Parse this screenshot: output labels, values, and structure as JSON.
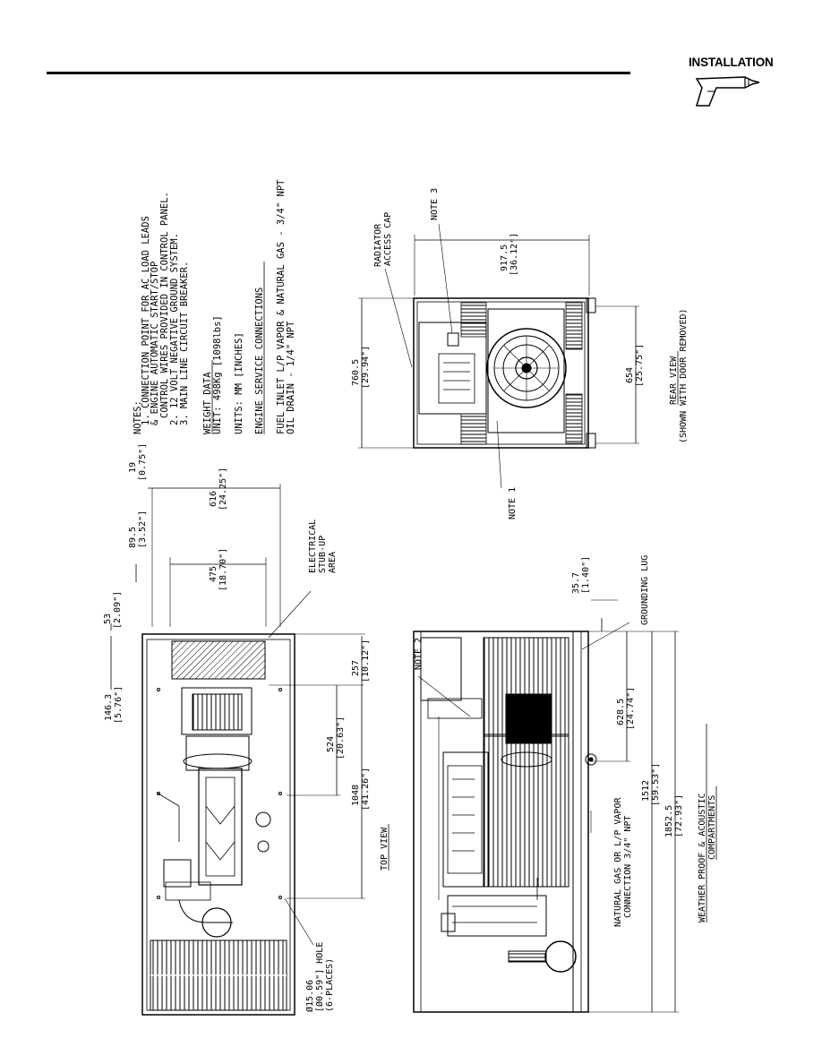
{
  "header": {
    "section_title": "INSTALLATION",
    "icon": "drill-icon"
  },
  "notes": {
    "heading": "NOTES:",
    "items": [
      "1. CONNECTION POINT FOR AC LOAD LEADS",
      "& ENGINE AUTOMATIC START/STOP",
      "CONTROL WIRES PROVIDED IN CONTROL PANEL.",
      "2. 12 VOLT NEGATIVE GROUND SYSTEM.",
      "3. MAIN LINE CIRCUIT BREAKER."
    ],
    "weight_heading": "WEIGHT DATA",
    "weight_value": "UNIT: 498Kg [1098lbs]",
    "units": "UNITS: MM [INCHES]",
    "service_heading": "ENGINE SERVICE CONNECTIONS",
    "fuel_inlet": "FUEL INLET L/P VAPOR & NATURAL GAS - 3/4\" NPT",
    "oil_drain": "OIL DRAIN - 1/4\" NPT"
  },
  "top_view": {
    "title": "TOP VIEW",
    "dims": {
      "d53": [
        "53",
        "[2.09\"]"
      ],
      "d89": [
        "89.5",
        "[3.52\"]"
      ],
      "d19": [
        "19",
        "[0.75\"]"
      ],
      "d146": [
        "146.3",
        "[5.76\"]"
      ],
      "d475": [
        "475",
        "[18.70\"]"
      ],
      "d616": [
        "616",
        "[24.25\"]"
      ],
      "d257": [
        "257",
        "[10.12\"]"
      ],
      "d524": [
        "524",
        "[20.63\"]"
      ],
      "d1048": [
        "1048",
        "[41.26\"]"
      ]
    },
    "electrical_label": [
      "ELECTRICAL",
      "STUB-UP",
      "AREA"
    ],
    "hole_label": [
      "Ø15.06",
      "[Ø0.59\"] HOLE",
      "(6-PLACES)"
    ]
  },
  "side_view": {
    "title": "WEATHER PROOF & ACOUSTIC",
    "title_line2": "COMPARTMENTS",
    "note2": "NOTE 2",
    "grounding": "GROUNDING LUG",
    "d357": [
      "35.7",
      "[1.40\"]"
    ],
    "d628": [
      "628.5",
      "[24.74\"]"
    ],
    "d1512": [
      "1512",
      "[59.53\"]"
    ],
    "d1852": [
      "1852.5",
      "[72.93\"]"
    ],
    "gas_label": [
      "NATURAL GAS OR L/P VAPOR",
      "CONNECTION 3/4\" NPT"
    ]
  },
  "rear_view": {
    "title": "REAR VIEW",
    "subtitle": "(SHOWN WITH DOOR REMOVED)",
    "radiator": [
      "RADIATOR",
      "ACCESS CAP"
    ],
    "note3": "NOTE 3",
    "note1": "NOTE 1",
    "d917": [
      "917.5",
      "[36.12\"]"
    ],
    "d760": [
      "760.5",
      "[29.94\"]"
    ],
    "d654": [
      "654",
      "[25.75\"]"
    ]
  }
}
